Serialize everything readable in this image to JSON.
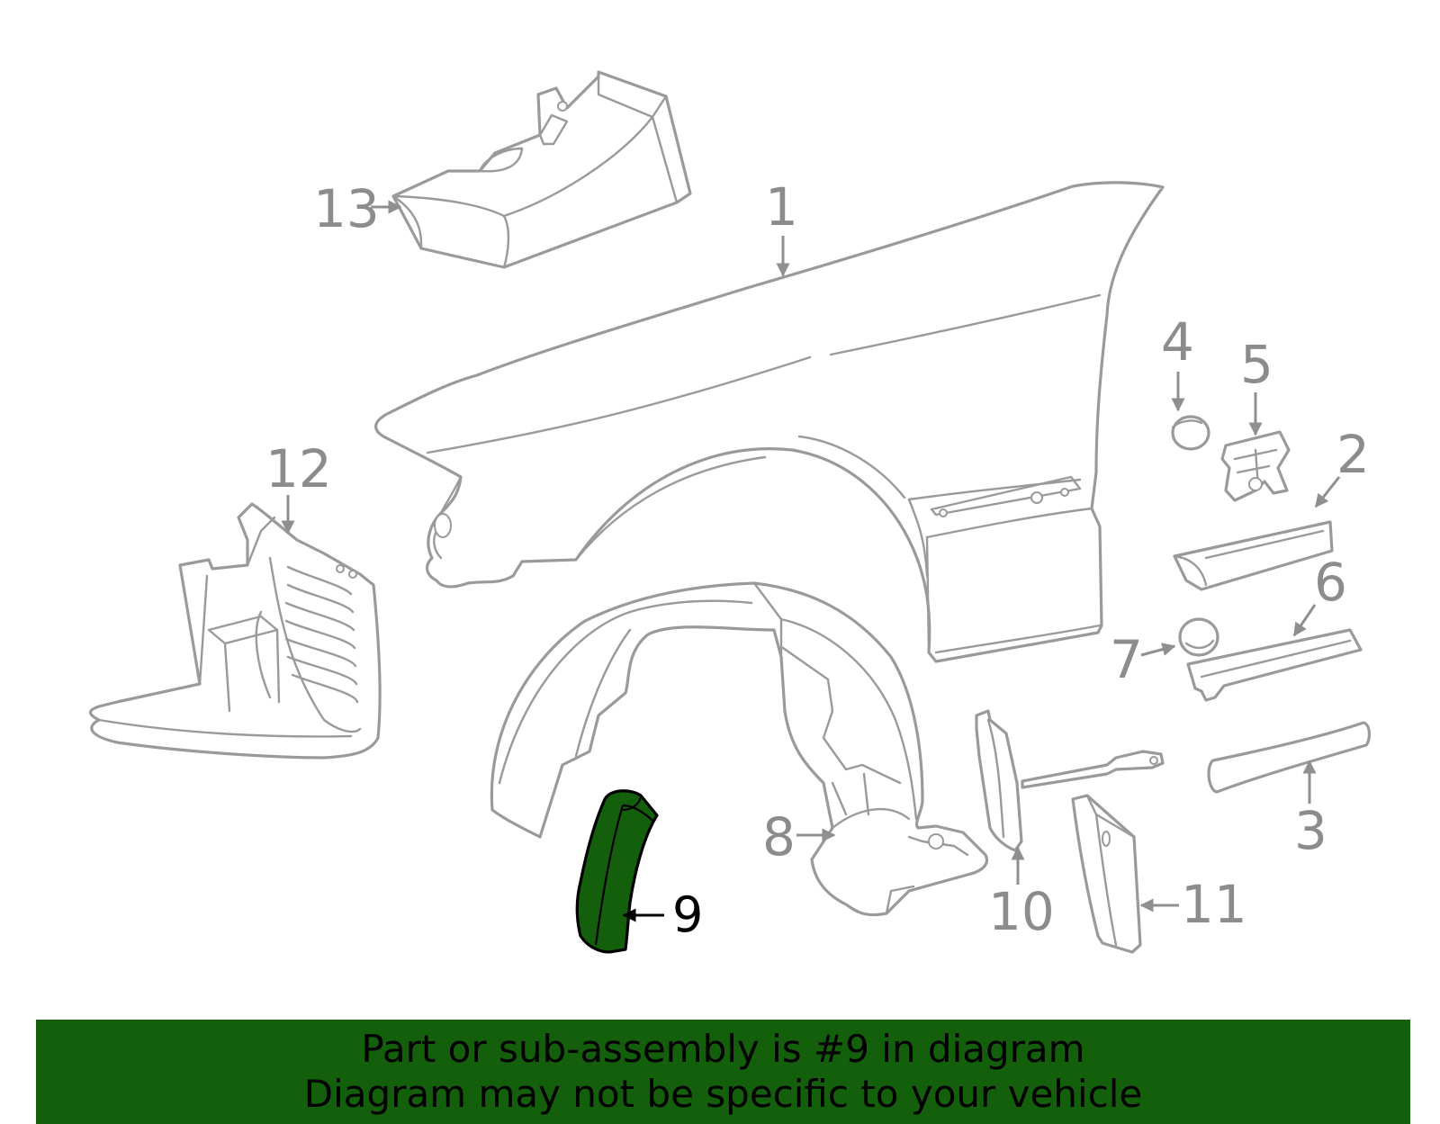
{
  "diagram": {
    "callouts": {
      "c1": "1",
      "c2": "2",
      "c3": "3",
      "c4": "4",
      "c5": "5",
      "c6": "6",
      "c7": "7",
      "c8": "8",
      "c9": "9",
      "c10": "10",
      "c11": "11",
      "c12": "12",
      "c13": "13"
    },
    "highlighted_part": "9",
    "colors": {
      "highlight": "#135f0b",
      "line": "#9a9a9a",
      "banner": "#135f0b"
    }
  },
  "footer": {
    "line1": "Part or sub-assembly is #9 in diagram",
    "line2": "Diagram may not be specific to your vehicle"
  }
}
